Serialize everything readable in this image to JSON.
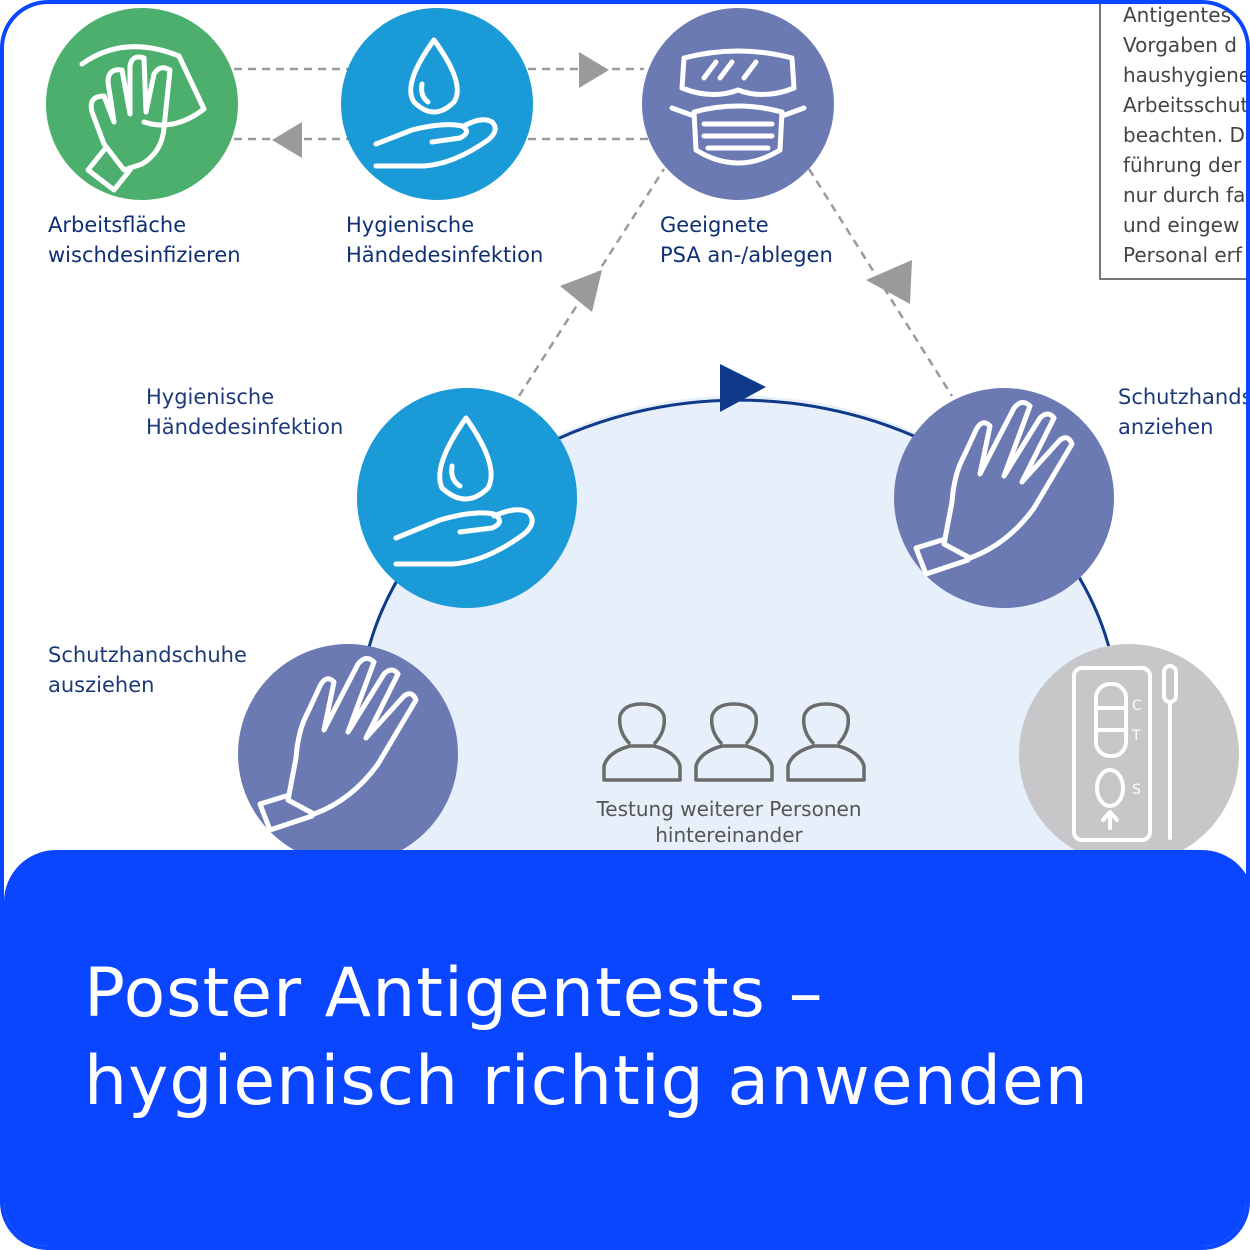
{
  "steps": {
    "wipe": {
      "label_line1": "Arbeitsfläche",
      "label_line2": "wischdesinfizieren",
      "icon": "hand-wipe-icon",
      "color": "#4caf6e"
    },
    "hand_disinfection_top": {
      "label_line1": "Hygienische",
      "label_line2": "Händedesinfektion",
      "icon": "drop-hand-icon",
      "color": "#1a9ad6"
    },
    "ppe": {
      "label_line1": "Geeignete",
      "label_line2": "PSA an-/ablegen",
      "icon": "goggles-mask-icon",
      "color": "#6c7ab3"
    },
    "hand_disinfection_left": {
      "label_line1": "Hygienische",
      "label_line2": "Händedesinfektion",
      "icon": "drop-hand-icon",
      "color": "#1a9ad6"
    },
    "gloves_on": {
      "label_line1": "Schutzhands",
      "label_line2": "anziehen",
      "icon": "glove-icon",
      "color": "#6c7ab3"
    },
    "gloves_off": {
      "label_line1": "Schutzhandschuhe",
      "label_line2": "ausziehen",
      "icon": "glove-icon",
      "color": "#6c7ab3"
    },
    "test": {
      "icon": "antigen-test-icon",
      "color": "#c7c7c9"
    }
  },
  "center": {
    "line1": "Testung weiterer Personen",
    "line2": "hintereinander",
    "icon": "persons-icon"
  },
  "infobox": {
    "lines": [
      "Antigentes",
      "Vorgaben d",
      "haushygiene",
      "Arbeitsschut",
      "beachten. D",
      "führung der",
      "nur durch fa",
      "und eingew",
      "Personal erf"
    ]
  },
  "banner": {
    "line1": "Poster Antigentests –",
    "line2": "hygienisch richtig anwenden",
    "color": "#0a45ff"
  },
  "colors": {
    "arrow_gray": "#9a9a9a",
    "cycle_fill": "#e6effa",
    "cycle_stroke": "#0f3a8a"
  }
}
